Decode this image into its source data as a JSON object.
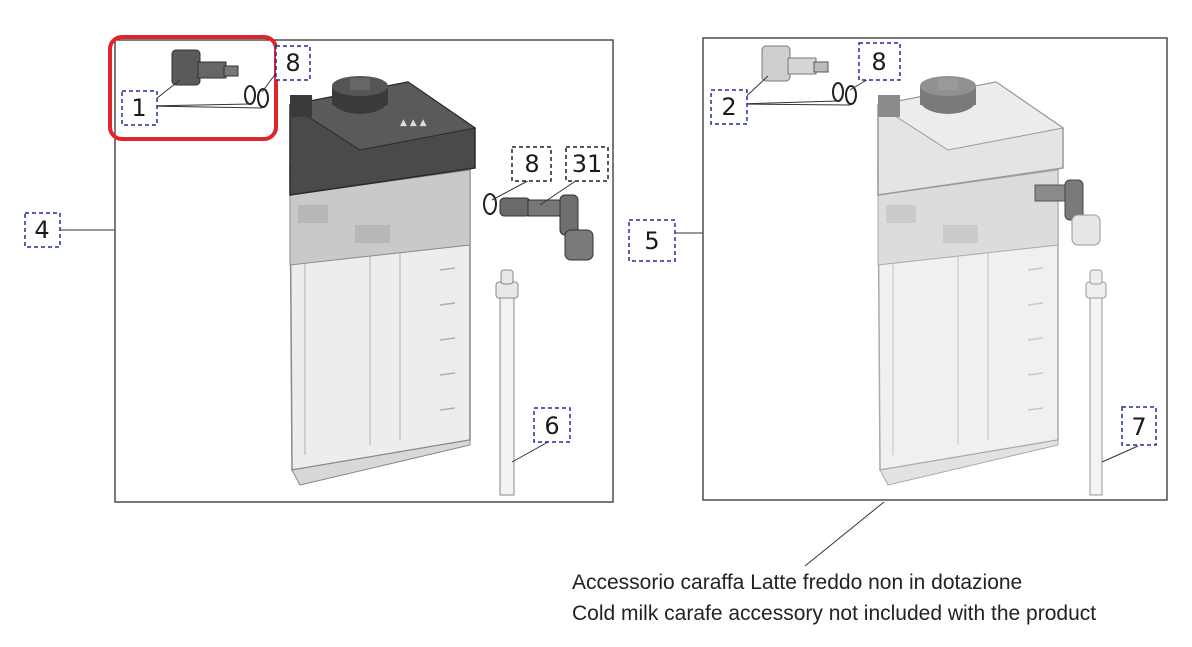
{
  "callouts": {
    "part1": "1",
    "part2": "2",
    "part4": "4",
    "part5": "5",
    "part6": "6",
    "part7": "7",
    "part8a": "8",
    "part8b": "8",
    "part8c": "8",
    "part31": "31"
  },
  "note": {
    "line_it": "Accessorio caraffa Latte freddo non in dotazione",
    "line_en": "Cold milk carafe accessory not included with the product"
  },
  "colors": {
    "highlight": "#e0242b",
    "callout_box": "#1d2fa0",
    "dark_part": "#4a4a4a",
    "light_part": "#d9d9d9"
  }
}
